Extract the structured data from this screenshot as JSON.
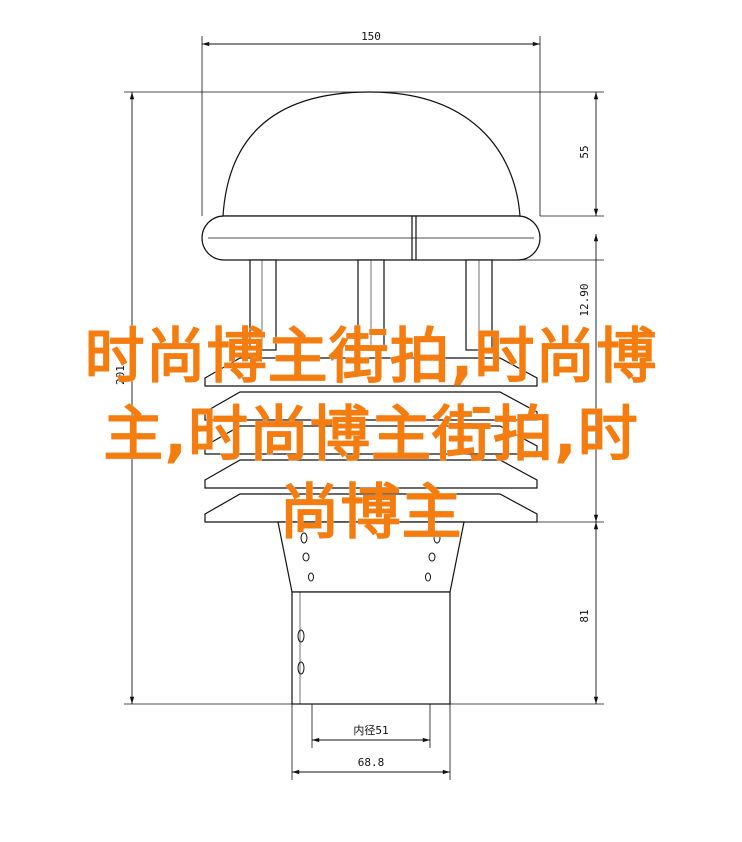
{
  "dimensions": {
    "top_width": "150",
    "dome_height": "55",
    "upper_section": "12.90",
    "left_total": "201",
    "lower_right": "81",
    "inner_diameter": "内径51",
    "base_width": "68.8"
  },
  "watermark": {
    "line1": "时尚博主街拍,时尚博",
    "line2": "主,时尚博主街拍,时",
    "line3": "尚博主"
  },
  "colors": {
    "line": "#111111",
    "watermark": "#f57c0f"
  }
}
